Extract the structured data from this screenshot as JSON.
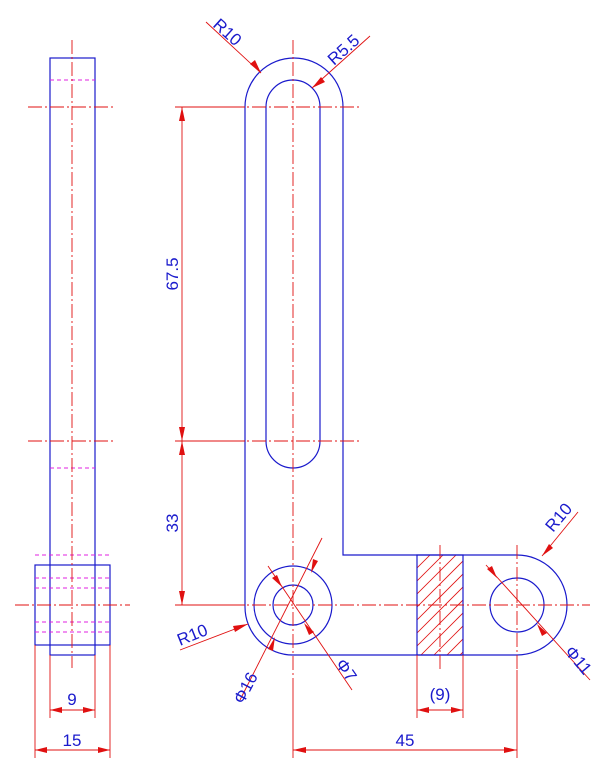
{
  "dimensions": {
    "top_outer_radius": "R10",
    "top_slot_radius": "R5.5",
    "slot_length": "67.5",
    "lower_span": "33",
    "bottom_left_radius": "R10",
    "left_hole_outer_dia": "Φ16",
    "left_hole_inner_dia": "Φ7",
    "right_boss_radius": "R10",
    "right_hole_dia": "Φ11",
    "section_width": "(9)",
    "center_distance": "45",
    "side_inner_width": "9",
    "side_outer_width": "15"
  },
  "colors": {
    "object_line": "#1a1acc",
    "center_and_dimension_line": "#e01010",
    "hidden_line": "#e020e0"
  }
}
